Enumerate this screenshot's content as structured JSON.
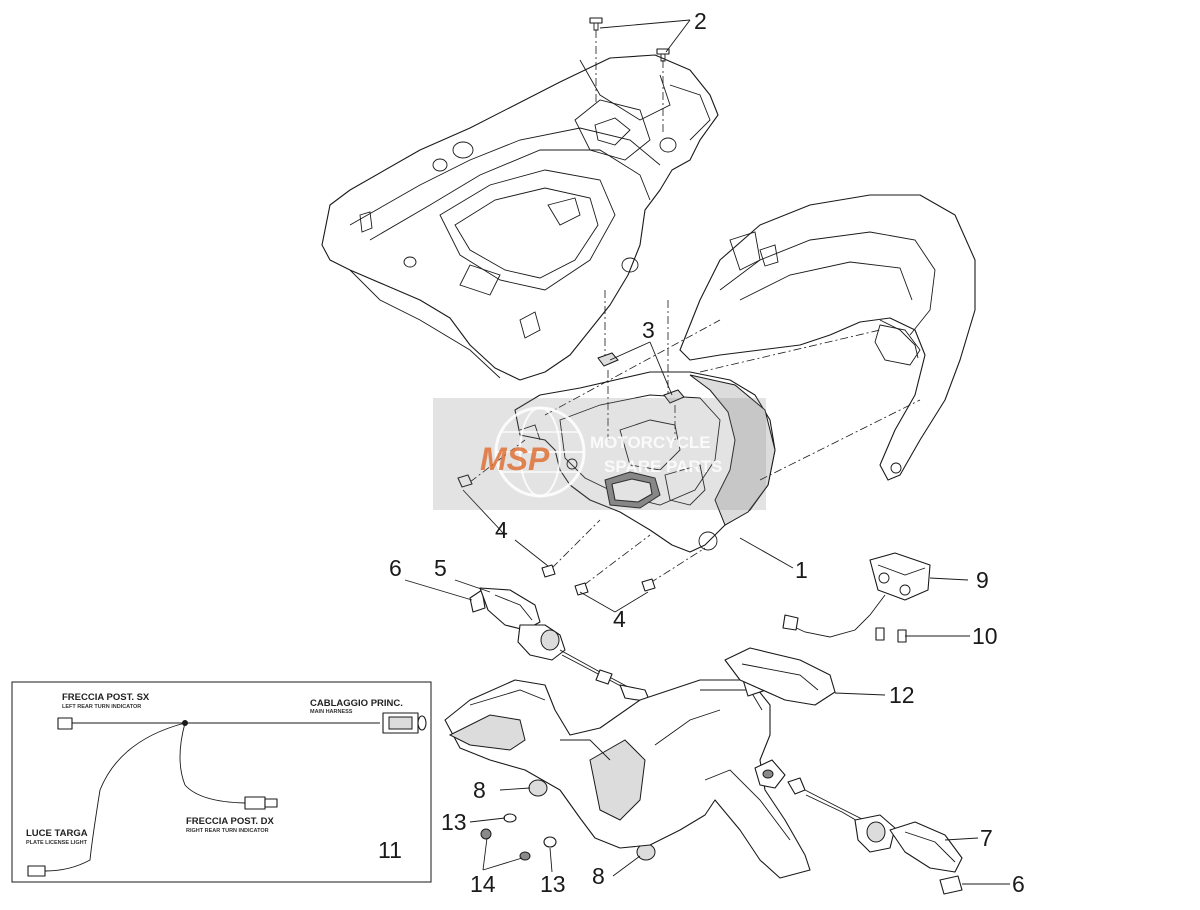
{
  "callouts": {
    "n1": "1",
    "n2": "2",
    "n3": "3",
    "n4a": "4",
    "n4b": "4",
    "n5": "5",
    "n6a": "6",
    "n6b": "6",
    "n7": "7",
    "n8a": "8",
    "n8b": "8",
    "n9": "9",
    "n10": "10",
    "n11": "11",
    "n12": "12",
    "n13a": "13",
    "n13b": "13",
    "n14": "14"
  },
  "wiring_inset": {
    "left_turn_label": "FRECCIA POST. SX",
    "left_turn_sub": "LEFT REAR TURN INDICATOR",
    "main_harness_label": "CABLAGGIO PRINC.",
    "main_harness_sub": "MAIN HARNESS",
    "right_turn_label": "FRECCIA POST. DX",
    "right_turn_sub": "RIGHT REAR TURN INDICATOR",
    "plate_light_label": "LUCE TARGA",
    "plate_light_sub": "PLATE LICENSE LIGHT"
  },
  "watermark": {
    "logo": "MSP",
    "line1": "MOTORCYCLE",
    "line2": "SPARE PARTS",
    "color": "#e06a2c"
  }
}
